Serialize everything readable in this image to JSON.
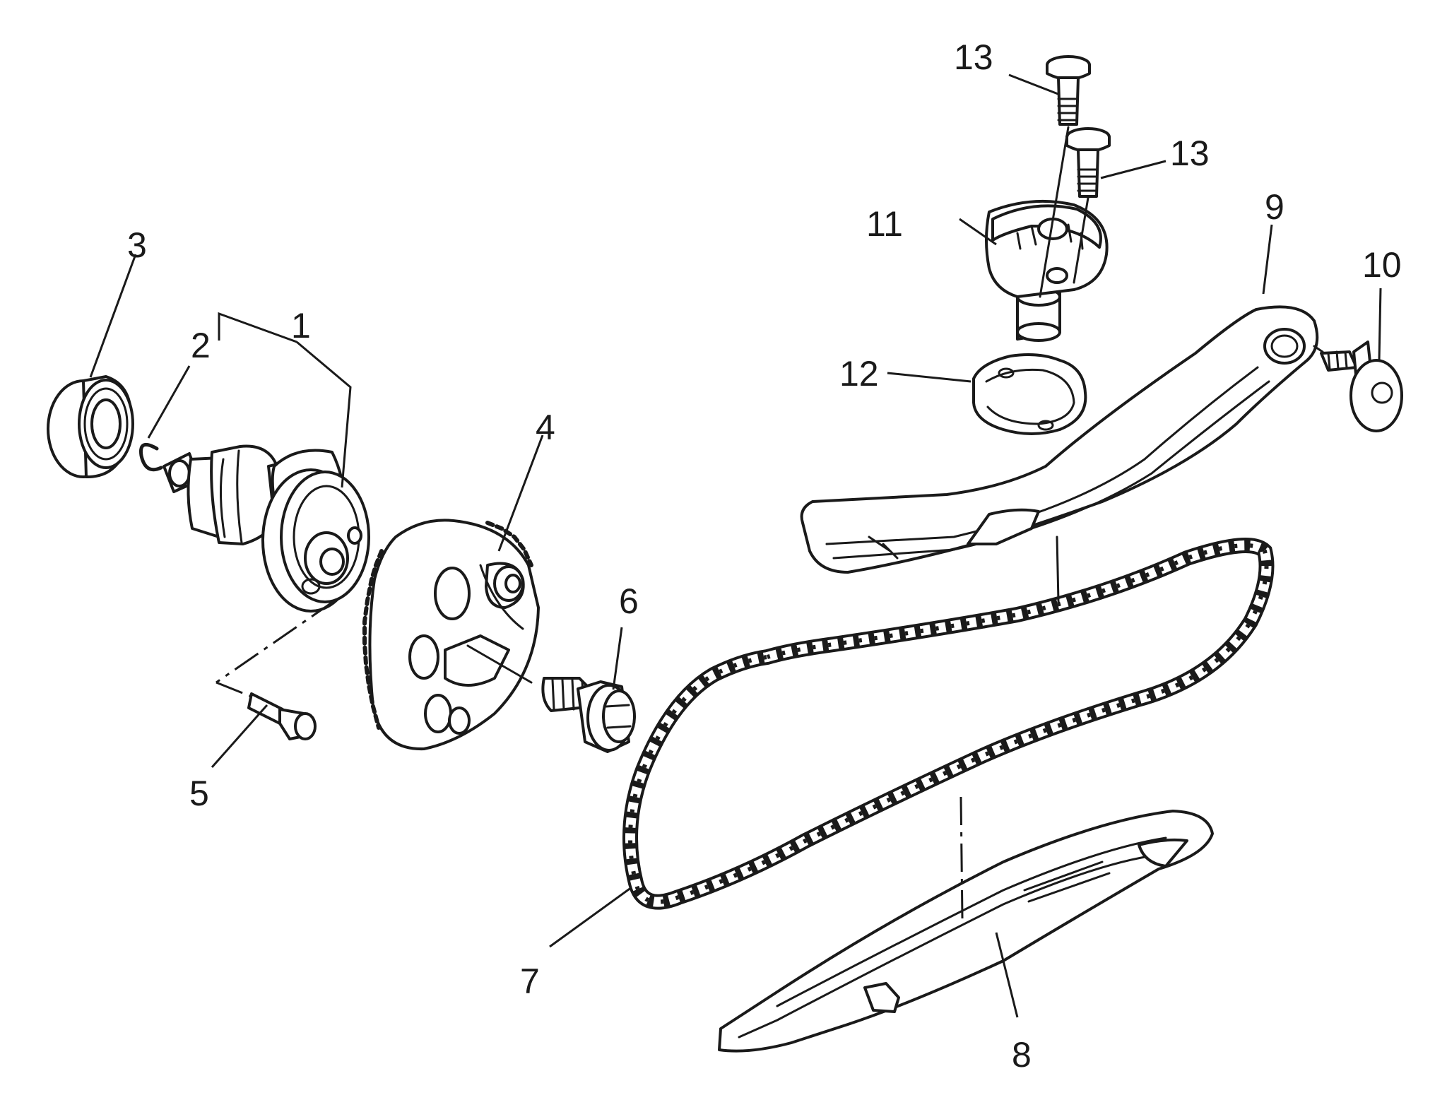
{
  "callouts": {
    "c1": "1",
    "c2": "2",
    "c3": "3",
    "c4": "4",
    "c5": "5",
    "c6": "6",
    "c7": "7",
    "c8": "8",
    "c9": "9",
    "c10": "10",
    "c11": "11",
    "c12": "12",
    "c13a": "13",
    "c13b": "13"
  },
  "colors": {
    "ink": "#1a1a1a",
    "paper": "#ffffff"
  }
}
